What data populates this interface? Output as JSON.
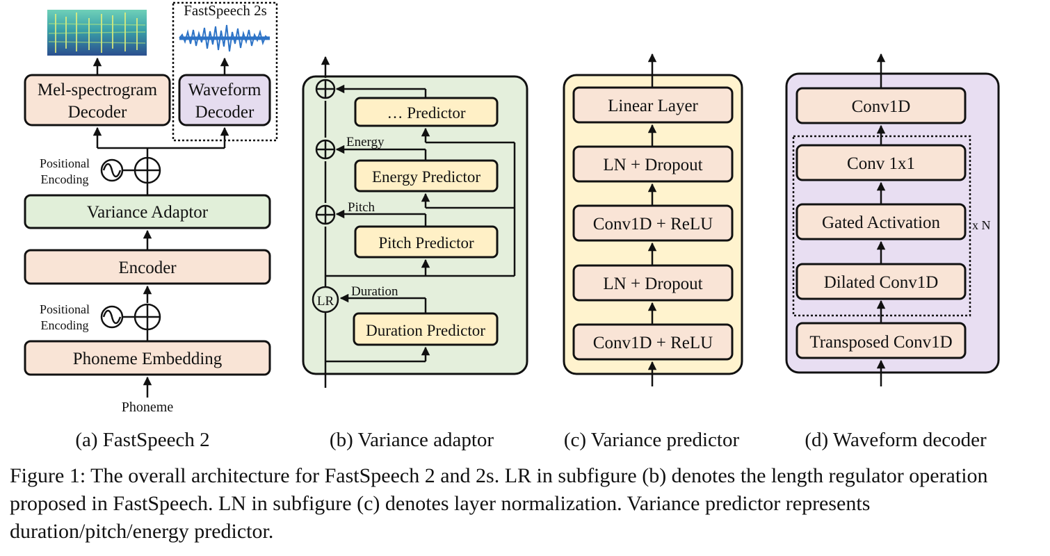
{
  "fig_a": {
    "caption": "(a) FastSpeech 2",
    "phoneme_label": "Phoneme",
    "phoneme_embedding": "Phoneme Embedding",
    "encoder": "Encoder",
    "variance_adaptor": "Variance Adaptor",
    "pos_enc_line1": "Positional",
    "pos_enc_line2": "Encoding",
    "mel_decoder_line1": "Mel-spectrogram",
    "mel_decoder_line2": "Decoder",
    "waveform_decoder_line1": "Waveform",
    "waveform_decoder_line2": "Decoder",
    "fastspeech2s_label": "FastSpeech 2s"
  },
  "fig_b": {
    "caption": "(b) Variance adaptor",
    "dots_predictor": "… Predictor",
    "energy_label": "Energy",
    "energy_predictor": "Energy Predictor",
    "pitch_label": "Pitch",
    "pitch_predictor": "Pitch Predictor",
    "duration_label": "Duration",
    "duration_predictor": "Duration Predictor",
    "lr_label": "LR"
  },
  "fig_c": {
    "caption": "(c) Variance predictor",
    "layers": [
      "Linear Layer",
      "LN + Dropout",
      "Conv1D + ReLU",
      "LN + Dropout",
      "Conv1D + ReLU"
    ]
  },
  "fig_d": {
    "caption": "(d) Waveform decoder",
    "layers": [
      "Conv1D",
      "Conv 1x1",
      "Gated Activation",
      "Dilated Conv1D",
      "Transposed Conv1D"
    ],
    "repeat_label": "x N"
  },
  "figure_caption": "Figure 1: The overall architecture for FastSpeech 2 and 2s. LR in subfigure (b) denotes the length regulator operation proposed in FastSpeech. LN in subfigure (c) denotes layer normalization. Variance predictor represents duration/pitch/energy predictor.",
  "colors": {
    "orange_box": "#f9e4d6",
    "purple_box": "#e5dcef",
    "yellow_box": "#fff0c6",
    "green_box": "#e1efd9"
  }
}
